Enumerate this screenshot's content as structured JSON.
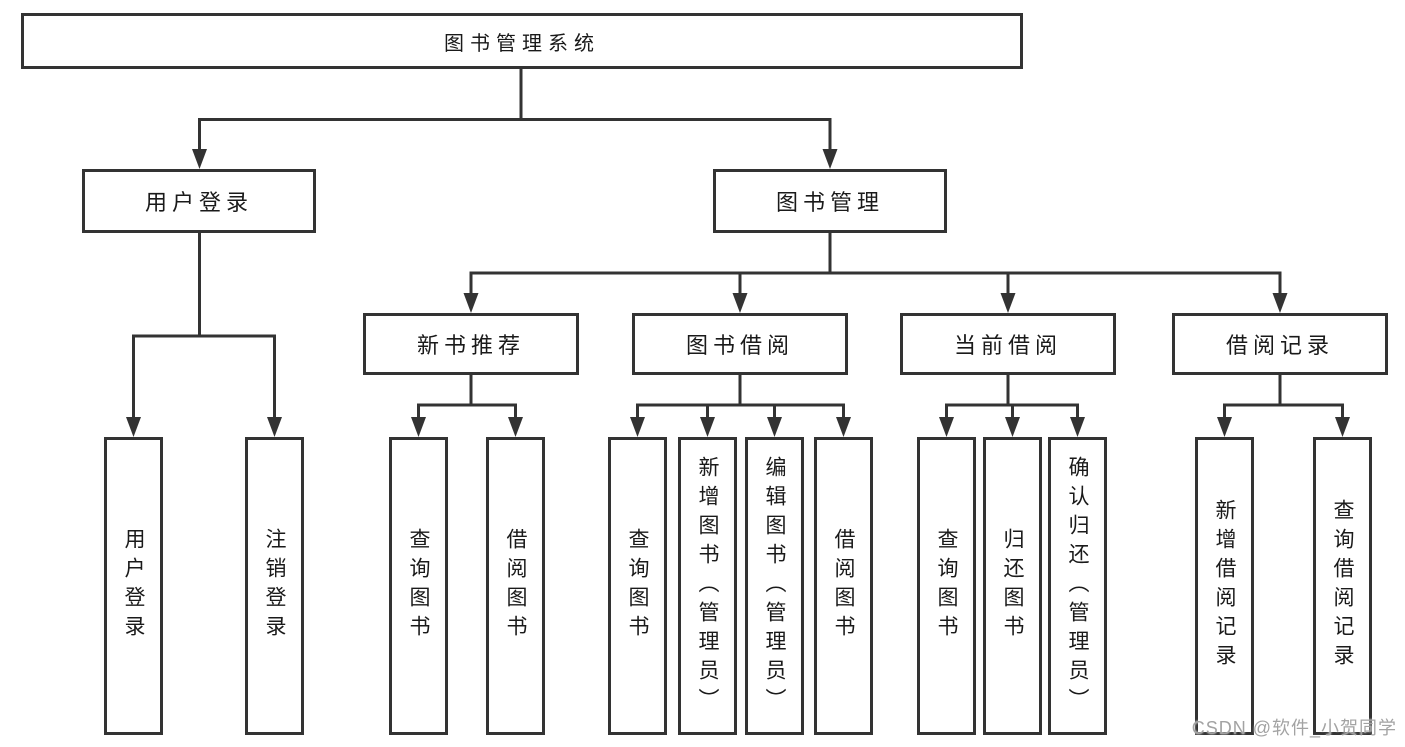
{
  "colors": {
    "line": "#333333",
    "text": "#1a1a1a",
    "box_bg": "#ffffff",
    "background": "#ffffff",
    "watermark": "#a3a3a3"
  },
  "tree": {
    "root": {
      "label": "图书管理系统"
    },
    "branches": [
      {
        "label": "用户登录",
        "children": [
          {
            "label": "用户登录"
          },
          {
            "label": "注销登录"
          }
        ]
      },
      {
        "label": "图书管理",
        "children": [
          {
            "label": "新书推荐",
            "children": [
              {
                "label": "查询图书"
              },
              {
                "label": "借阅图书"
              }
            ]
          },
          {
            "label": "图书借阅",
            "children": [
              {
                "label": "查询图书"
              },
              {
                "label": "新增图书（管理员）"
              },
              {
                "label": "编辑图书（管理员）"
              },
              {
                "label": "借阅图书"
              }
            ]
          },
          {
            "label": "当前借阅",
            "children": [
              {
                "label": "查询图书"
              },
              {
                "label": "归还图书"
              },
              {
                "label": "确认归还（管理员）"
              }
            ]
          },
          {
            "label": "借阅记录",
            "children": [
              {
                "label": "新增借阅记录"
              },
              {
                "label": "查询借阅记录"
              }
            ]
          }
        ]
      }
    ]
  },
  "watermark": {
    "text": "CSDN @软件_小贺同学"
  }
}
